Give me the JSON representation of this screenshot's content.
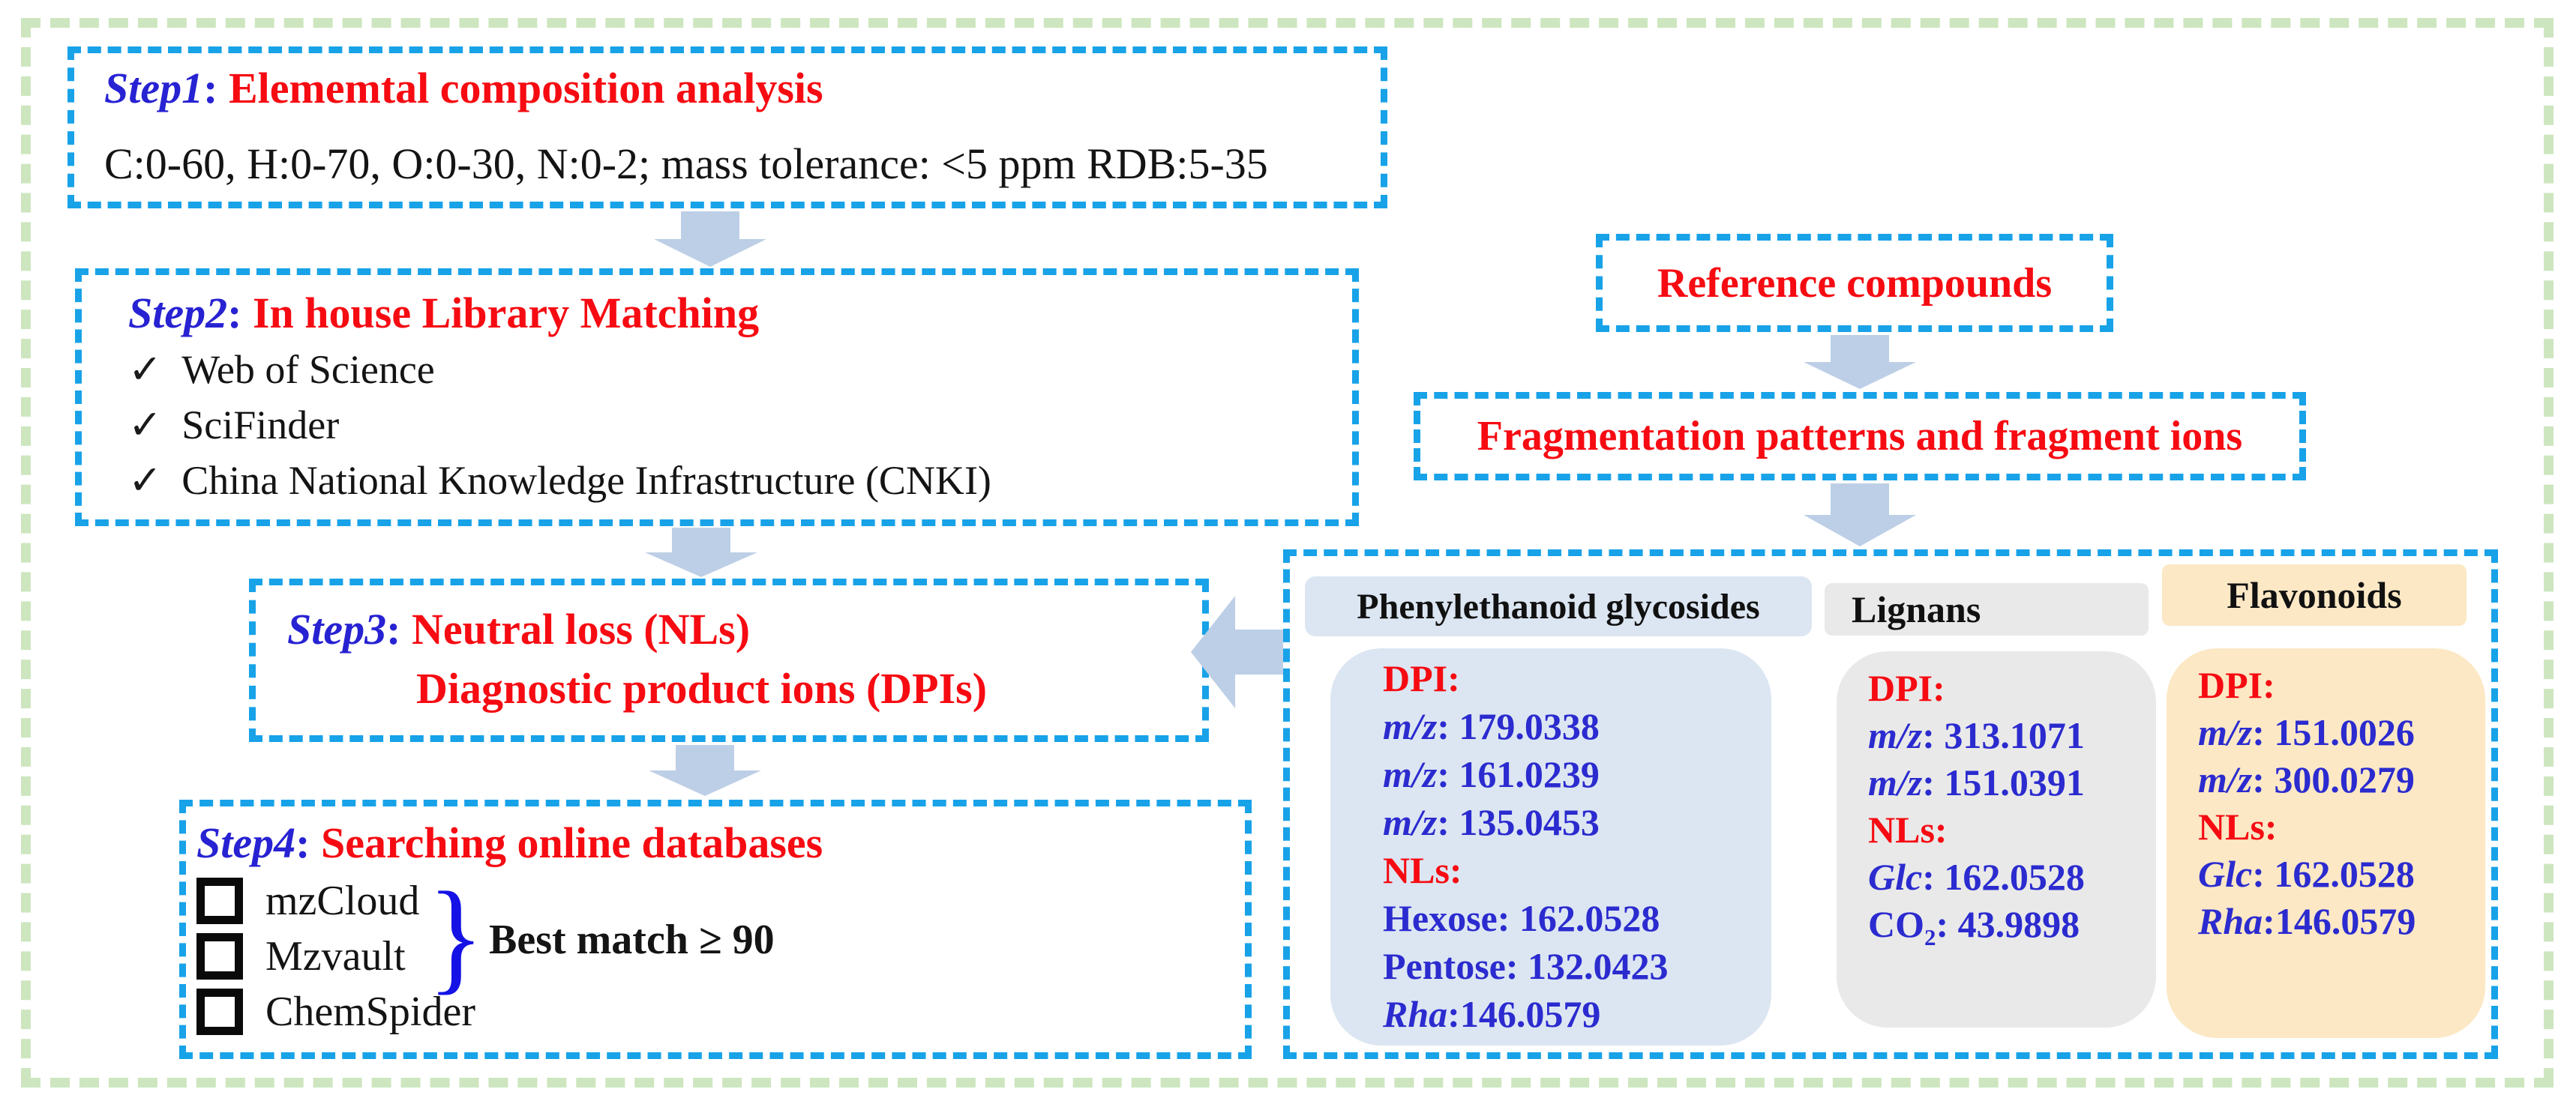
{
  "steps": {
    "s1": {
      "label": "Step1",
      "colon": ": ",
      "title": "Elememtal composition analysis",
      "content": "C:0-60, H:0-70, O:0-30, N:0-2; mass tolerance: <5 ppm RDB:5-35"
    },
    "s2": {
      "label": "Step2",
      "colon": ": ",
      "title": "In house Library Matching",
      "check": "✓",
      "items": [
        "Web of Science",
        "SciFinder",
        "China National Knowledge Infrastructure (CNKI)"
      ]
    },
    "s3": {
      "label": "Step3",
      "colon": ": ",
      "line1": "Neutral loss (NLs)",
      "line2": "Diagnostic product ions (DPIs)"
    },
    "s4": {
      "label": "Step4",
      "colon": ": ",
      "title": "Searching online databases",
      "items": [
        "mzCloud",
        "Mzvault",
        "ChemSpider"
      ],
      "brace_icon": "}",
      "note": "Best match ≥ 90"
    }
  },
  "right": {
    "reference": "Reference compounds",
    "fragmentation": "Fragmentation patterns and fragment ions",
    "col1": {
      "header": "Phenylethanoid glycosides",
      "dpi_label": "DPI:",
      "dpi_lines": [
        {
          "pre": "m/z",
          "sep": ": ",
          "val": "179.0338"
        },
        {
          "pre": "m/z",
          "sep": ": ",
          "val": "161.0239"
        },
        {
          "pre": "m/z",
          "sep": ": ",
          "val": "135.0453"
        }
      ],
      "nls_label": "NLs:",
      "nls_lines": [
        {
          "pre": "Hexose",
          "sep": ": ",
          "val": "162.0528"
        },
        {
          "pre": "Pentose",
          "sep": ": ",
          "val": "132.0423"
        },
        {
          "pre": "Rha",
          "sep": ":",
          "val": "146.0579"
        }
      ]
    },
    "col2": {
      "header": "Lignans",
      "dpi_label": "DPI:",
      "dpi_lines": [
        {
          "pre": "m/z",
          "sep": ": ",
          "val": "313.1071"
        },
        {
          "pre": "m/z",
          "sep": ": ",
          "val": "151.0391"
        }
      ],
      "nls_label": "NLs:",
      "nls_lines": [
        {
          "pre": "Glc",
          "sep": ": ",
          "val": "162.0528"
        },
        {
          "pre": "CO",
          "sub": "2",
          "sep": ": ",
          "val": "43.9898"
        }
      ]
    },
    "col3": {
      "header": "Flavonoids",
      "dpi_label": "DPI:",
      "dpi_lines": [
        {
          "pre": "m/z",
          "sep": ": ",
          "val": "151.0026"
        },
        {
          "pre": "m/z",
          "sep": ": ",
          "val": "300.0279"
        }
      ],
      "nls_label": "NLs:",
      "nls_lines": [
        {
          "pre": "Glc",
          "sep": ": ",
          "val": "162.0528"
        },
        {
          "pre": "Rha",
          "sep": ":",
          "val": "146.0579"
        }
      ]
    }
  },
  "colors": {
    "box_border_blue": "#18a2e8",
    "outer_border_green": "#cde6bf",
    "step_label_blue": "#2722d2",
    "title_red": "#f60b12",
    "value_blue": "#2b2bcf",
    "arrow_fill": "#bdcfe6",
    "col1_bg": "#dce6f2",
    "col2_bg": "#e9e9e9",
    "col3_bg": "#fce8c5"
  }
}
